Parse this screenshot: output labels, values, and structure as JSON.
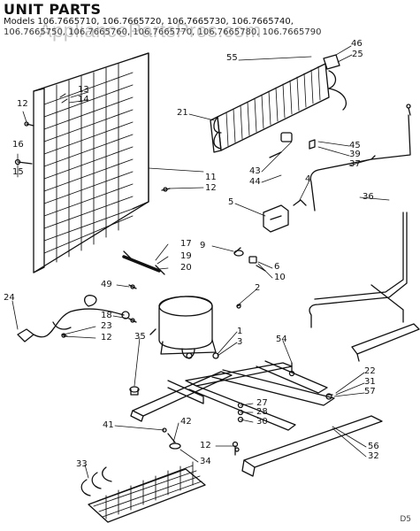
{
  "header": {
    "title": "UNIT PARTS",
    "models_line": "Models 106.7665710, 106.7665720, 106.7665730, 106.7665740,",
    "models_line2": "106.7665750, 106.7665760, 106.7665770, 106.7665780, 106.7665790"
  },
  "watermark": "AppliancePartsPros.com",
  "page_number": "D5",
  "callouts": [
    {
      "id": "c46",
      "text": "46"
    },
    {
      "id": "c55",
      "text": "55"
    },
    {
      "id": "c25",
      "text": "25"
    },
    {
      "id": "c13",
      "text": "13"
    },
    {
      "id": "c14",
      "text": "14"
    },
    {
      "id": "c12a",
      "text": "12"
    },
    {
      "id": "c16",
      "text": "16"
    },
    {
      "id": "c15",
      "text": "15"
    },
    {
      "id": "c21",
      "text": "21"
    },
    {
      "id": "c45",
      "text": "45"
    },
    {
      "id": "c39",
      "text": "39"
    },
    {
      "id": "c37",
      "text": "37"
    },
    {
      "id": "c43",
      "text": "43"
    },
    {
      "id": "c44",
      "text": "44"
    },
    {
      "id": "c11",
      "text": "11"
    },
    {
      "id": "c12b",
      "text": "12"
    },
    {
      "id": "c5",
      "text": "5"
    },
    {
      "id": "c4",
      "text": "4"
    },
    {
      "id": "c36",
      "text": "36"
    },
    {
      "id": "c9",
      "text": "9"
    },
    {
      "id": "c6",
      "text": "6"
    },
    {
      "id": "c10",
      "text": "10"
    },
    {
      "id": "c17",
      "text": "17"
    },
    {
      "id": "c19",
      "text": "19"
    },
    {
      "id": "c20",
      "text": "20"
    },
    {
      "id": "c49",
      "text": "49"
    },
    {
      "id": "c2",
      "text": "2"
    },
    {
      "id": "c24",
      "text": "24"
    },
    {
      "id": "c18",
      "text": "18"
    },
    {
      "id": "c23",
      "text": "23"
    },
    {
      "id": "c12c",
      "text": "12"
    },
    {
      "id": "c35",
      "text": "35"
    },
    {
      "id": "c1",
      "text": "1"
    },
    {
      "id": "c3",
      "text": "3"
    },
    {
      "id": "c54",
      "text": "54"
    },
    {
      "id": "c22",
      "text": "22"
    },
    {
      "id": "c31",
      "text": "31"
    },
    {
      "id": "c57",
      "text": "57"
    },
    {
      "id": "c27",
      "text": "27"
    },
    {
      "id": "c28",
      "text": "28"
    },
    {
      "id": "c30",
      "text": "30"
    },
    {
      "id": "c41",
      "text": "41"
    },
    {
      "id": "c42",
      "text": "42"
    },
    {
      "id": "c12d",
      "text": "12"
    },
    {
      "id": "c34",
      "text": "34"
    },
    {
      "id": "c33",
      "text": "33"
    },
    {
      "id": "c56",
      "text": "56"
    },
    {
      "id": "c32",
      "text": "32"
    }
  ]
}
